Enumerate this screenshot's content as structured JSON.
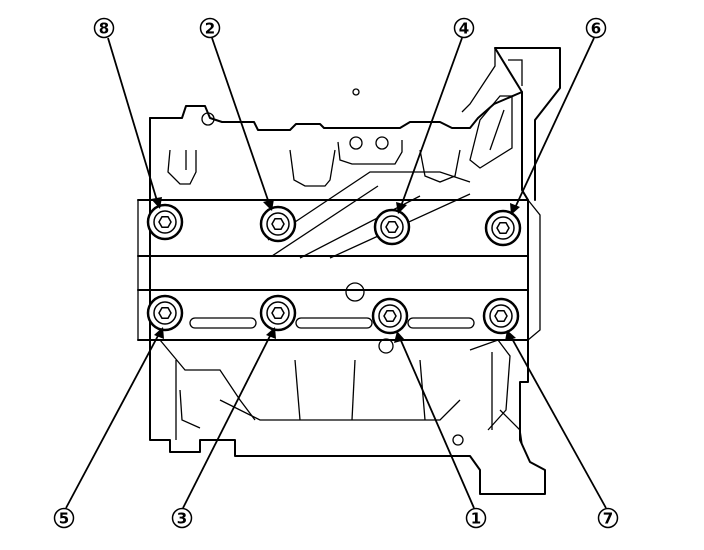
{
  "diagram": {
    "callouts": [
      {
        "id": "callout-8",
        "label": "8"
      },
      {
        "id": "callout-2",
        "label": "2"
      },
      {
        "id": "callout-4",
        "label": "4"
      },
      {
        "id": "callout-6",
        "label": "6"
      },
      {
        "id": "callout-5",
        "label": "5"
      },
      {
        "id": "callout-3",
        "label": "3"
      },
      {
        "id": "callout-1",
        "label": "1"
      },
      {
        "id": "callout-7",
        "label": "7"
      }
    ]
  }
}
